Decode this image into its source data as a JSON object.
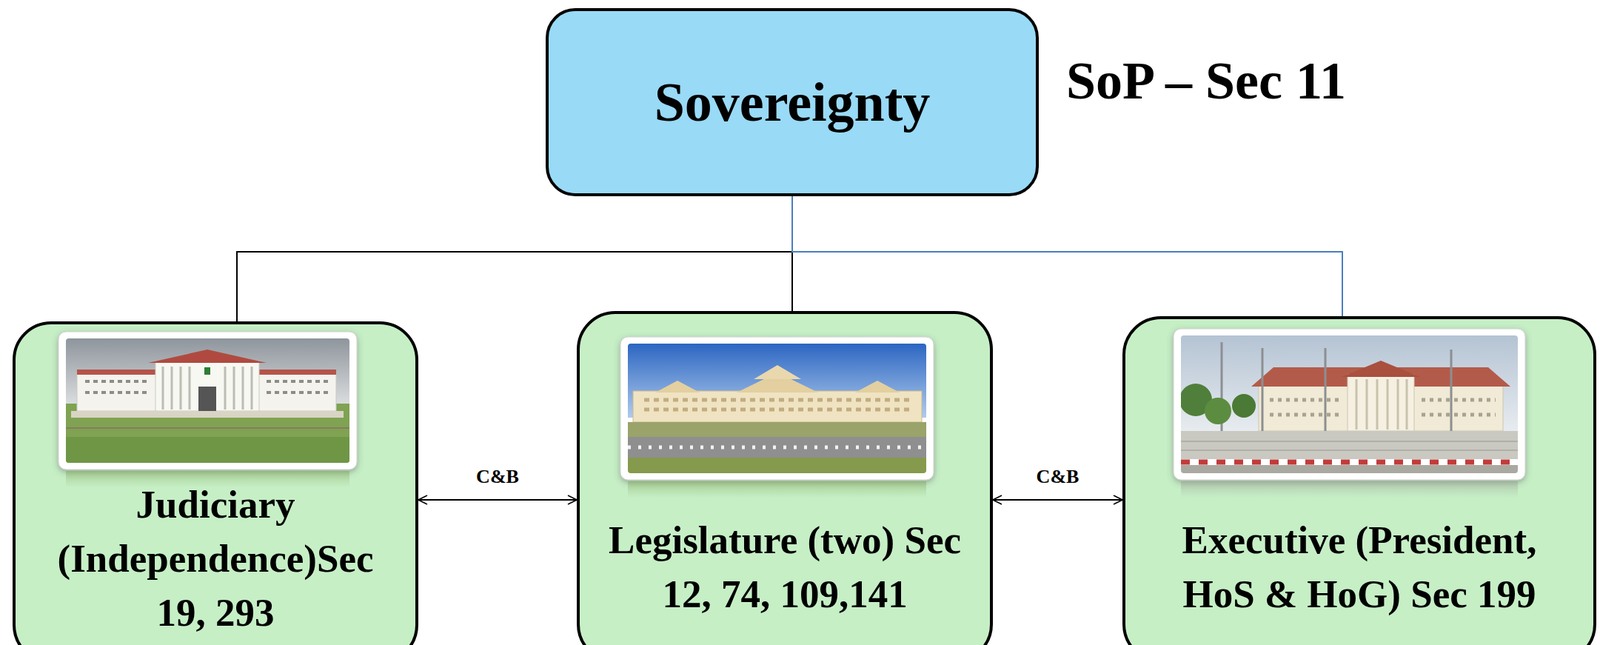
{
  "diagram": {
    "nodes": [
      {
        "text": [
          "Sovereignty"
        ]
      },
      {
        "text": [
          "Judiciary (Independence)Sec 19, 293"
        ]
      },
      {
        "text": [
          "Legislature (two) Sec 12, 74, 109,141"
        ]
      },
      {
        "text": [
          "Executive (President, HoS & HoG) Sec 199"
        ]
      }
    ],
    "edges": [
      {
        "from": 0,
        "to": 1,
        "arrow": "none"
      },
      {
        "from": 0,
        "to": 2,
        "arrow": "none"
      },
      {
        "from": 0,
        "to": 3,
        "arrow": "none"
      },
      {
        "from": 1,
        "to": 2,
        "label": "C&B",
        "arrow": "both"
      },
      {
        "from": 2,
        "to": 3,
        "label": "C&B",
        "arrow": "both"
      }
    ],
    "labels": [
      "SoP – Sec 11"
    ]
  }
}
